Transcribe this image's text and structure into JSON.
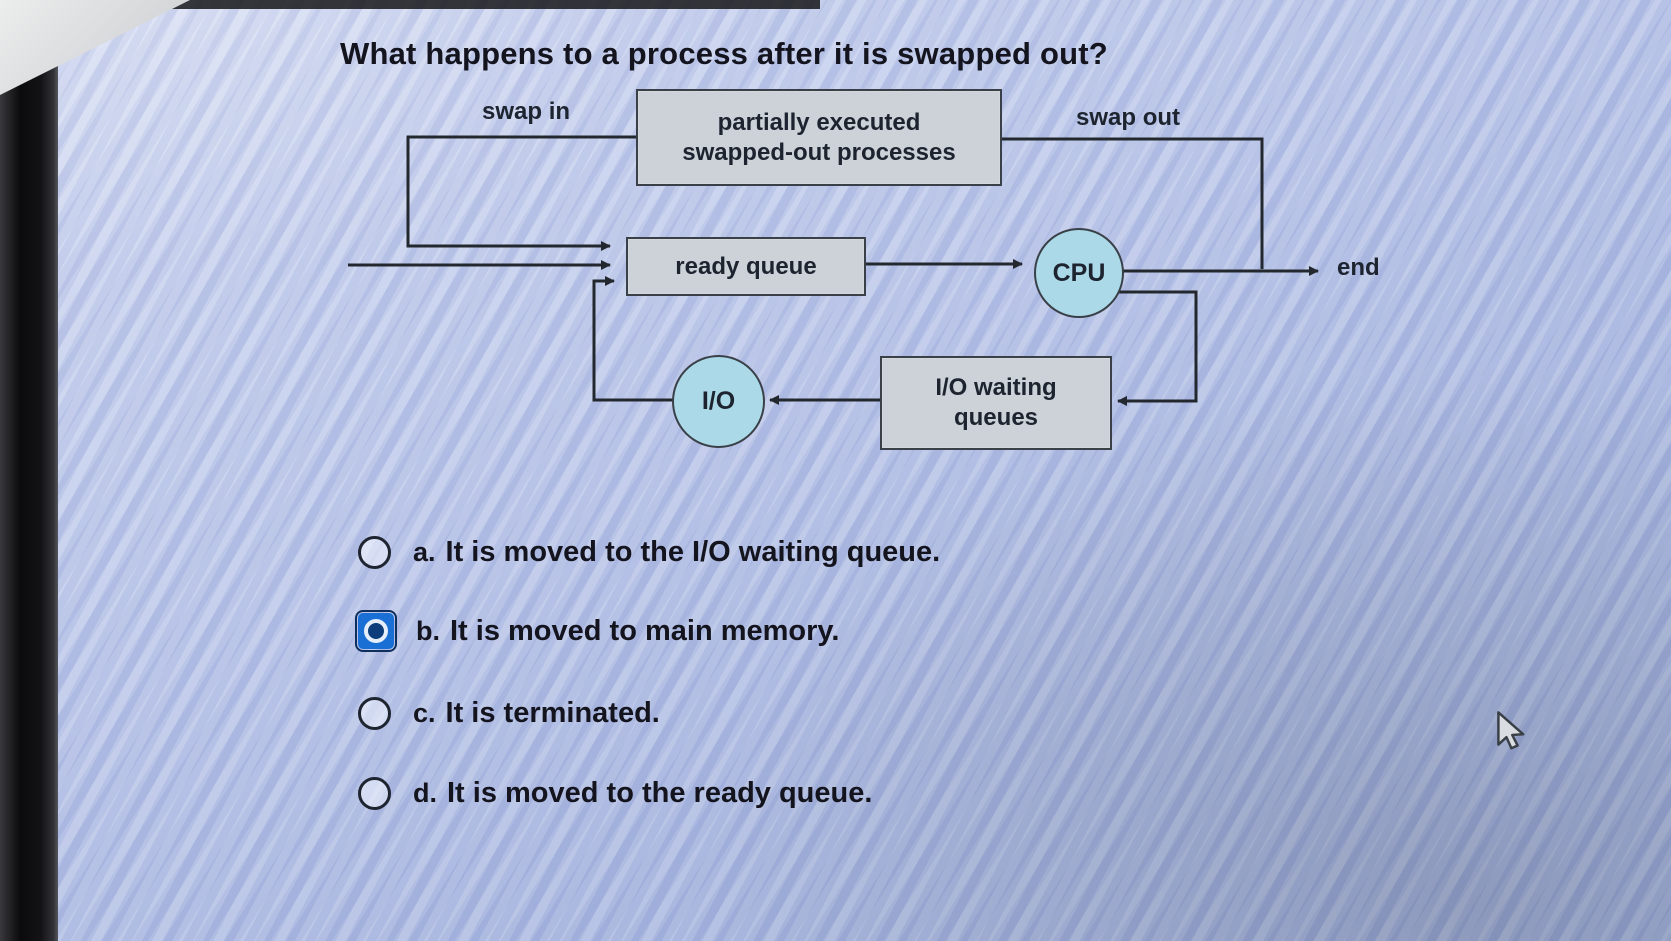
{
  "question": {
    "title": "What happens to a process after it is swapped out?"
  },
  "diagram": {
    "labels": {
      "swap_in": "swap in",
      "swap_out": "swap out",
      "end": "end"
    },
    "nodes": {
      "swapped_out_line1": "partially executed",
      "swapped_out_line2": "swapped-out processes",
      "ready_queue": "ready queue",
      "cpu": "CPU",
      "io": "I/O",
      "io_waiting_line1": "I/O waiting",
      "io_waiting_line2": "queues"
    }
  },
  "options": [
    {
      "letter": "a.",
      "text": "It is moved to the I/O waiting queue.",
      "selected": false
    },
    {
      "letter": "b.",
      "text": "It is moved to main memory.",
      "selected": true
    },
    {
      "letter": "c.",
      "text": "It is terminated.",
      "selected": false
    },
    {
      "letter": "d.",
      "text": "It is moved to the ready queue.",
      "selected": false
    }
  ],
  "colors": {
    "box_fill": "#cdd2d8",
    "circle_fill": "#abd9e8",
    "line": "#23282e",
    "selected_radio": "#1a6fd4",
    "text": "#14141e"
  }
}
